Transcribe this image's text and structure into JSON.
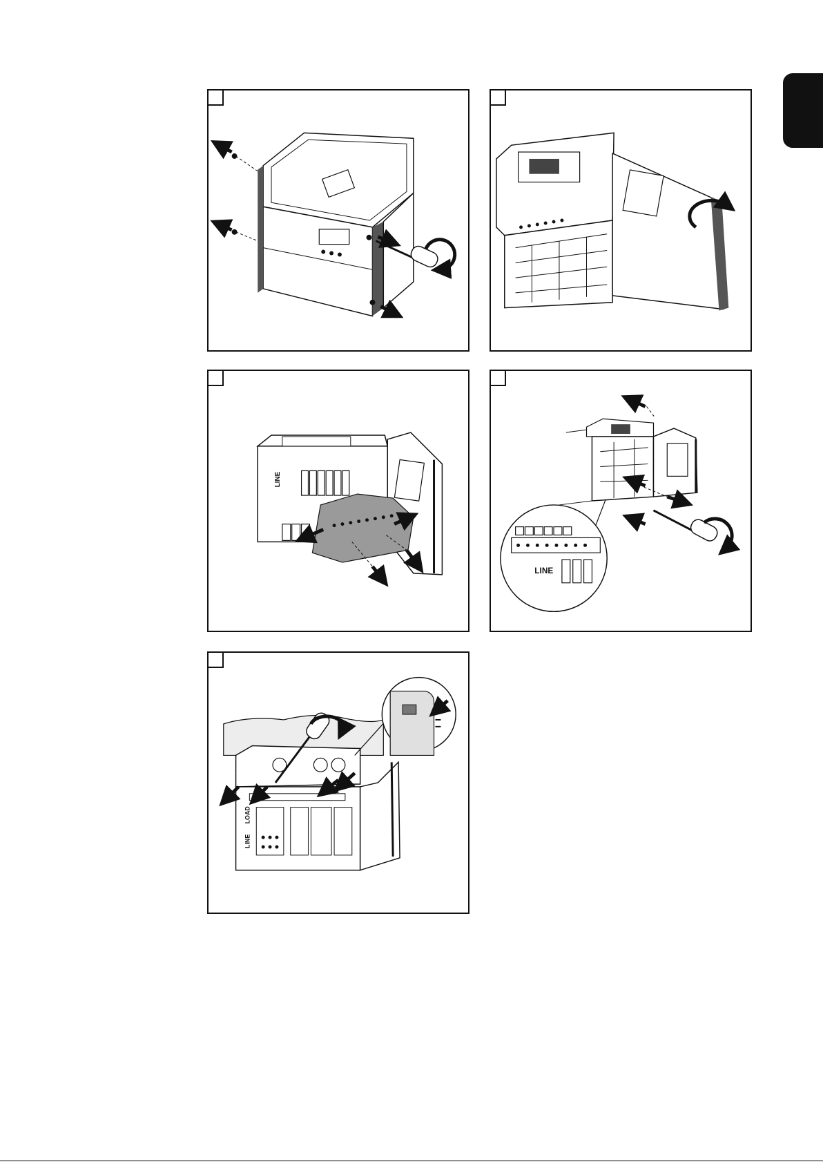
{
  "page": {
    "side_tab_color": "#111111"
  },
  "steps": [
    {
      "icons": [
        "screw-icon",
        "screwdriver-icon",
        "arrow-icon",
        "rotate-arrow-icon"
      ]
    },
    {
      "icons": [
        "door-open-arrow-icon",
        "enclosure-icon"
      ]
    },
    {
      "labels": {
        "line": "LINE"
      },
      "icons": [
        "cover-plate-icon",
        "arrow-icon"
      ]
    },
    {
      "labels": {
        "line": "LINE"
      },
      "icons": [
        "magnifier-detail-icon",
        "screwdriver-icon",
        "arrow-icon"
      ]
    },
    {
      "labels": {
        "load": "LOAD",
        "line": "LINE"
      },
      "icons": [
        "screwdriver-icon",
        "arrow-icon",
        "bracket-detail-icon"
      ]
    }
  ]
}
